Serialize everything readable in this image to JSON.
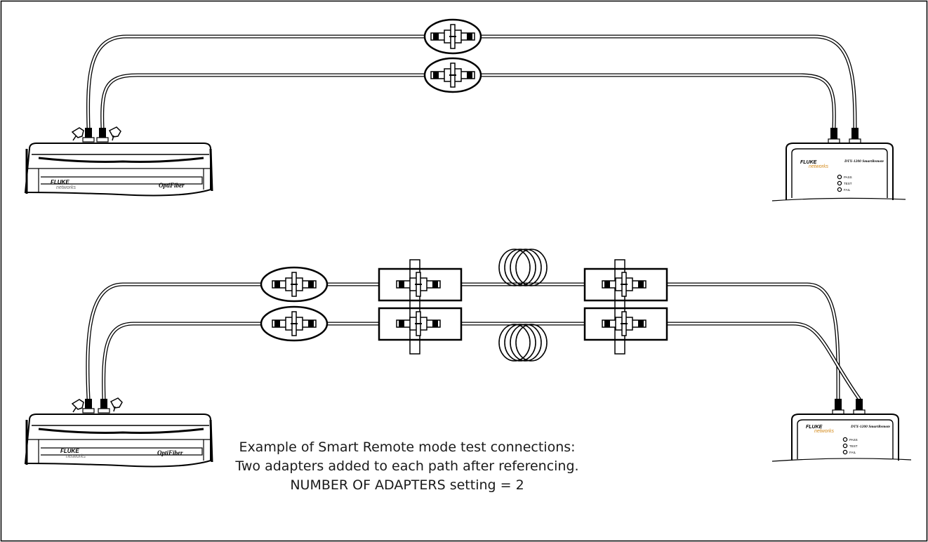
{
  "colors": {
    "ink": "#000000",
    "fiber": "#ffffff",
    "brand_accent": "#d48a1a",
    "background": "#ffffff"
  },
  "main_unit": {
    "brand_top": "FLUKE",
    "brand_bottom": "networks",
    "model": "OptiFiber"
  },
  "remote_unit": {
    "brand_top": "FLUKE",
    "brand_bottom": "networks",
    "model": "DTX-1200 SmartRemote",
    "leds": [
      "PASS",
      "TEST",
      "FAIL"
    ]
  },
  "caption": {
    "line1": "Example of Smart Remote mode test connections:",
    "line2": "Two adapters added to each path after referencing.",
    "line3": "NUMBER OF ADAPTERS setting = 2"
  }
}
